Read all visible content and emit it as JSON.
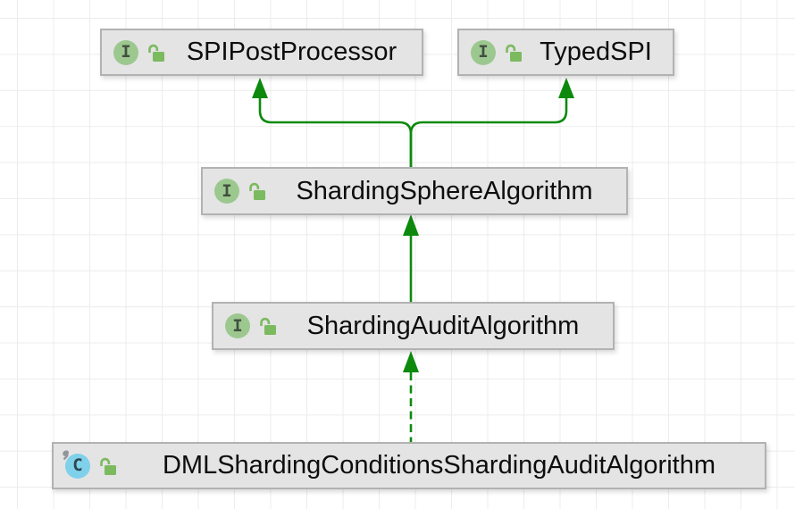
{
  "diagram": {
    "nodes": [
      {
        "label": "SPIPostProcessor",
        "kind": "interface",
        "visibility": "public"
      },
      {
        "label": "TypedSPI",
        "kind": "interface",
        "visibility": "public"
      },
      {
        "label": "ShardingSphereAlgorithm",
        "kind": "interface",
        "visibility": "public"
      },
      {
        "label": "ShardingAuditAlgorithm",
        "kind": "interface",
        "visibility": "public"
      },
      {
        "label": "DMLShardingConditionsShardingAuditAlgorithm",
        "kind": "class",
        "visibility": "public",
        "final": true
      }
    ],
    "edges": [
      {
        "from": "ShardingSphereAlgorithm",
        "to": "SPIPostProcessor",
        "type": "extends",
        "style": "solid"
      },
      {
        "from": "ShardingSphereAlgorithm",
        "to": "TypedSPI",
        "type": "extends",
        "style": "solid"
      },
      {
        "from": "ShardingAuditAlgorithm",
        "to": "ShardingSphereAlgorithm",
        "type": "extends",
        "style": "solid"
      },
      {
        "from": "DMLShardingConditionsShardingAuditAlgorithm",
        "to": "ShardingAuditAlgorithm",
        "type": "implements",
        "style": "dashed"
      }
    ],
    "icon_letters": {
      "interface": "I",
      "class": "C"
    },
    "colors": {
      "edge": "#0d8a0d",
      "node_fill": "#e4e4e4",
      "node_border": "#b2b2b2",
      "interface_icon": "#9cc88f",
      "class_icon": "#7fd0ea",
      "lock_icon": "#7cba60"
    }
  }
}
